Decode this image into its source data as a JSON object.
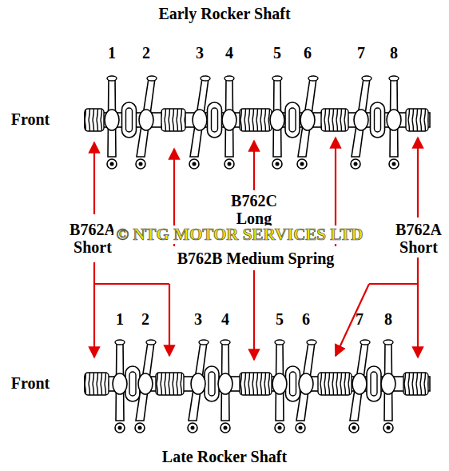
{
  "diagram": {
    "title": "Early Rocker Shaft",
    "caption": "Late Rocker Shaft",
    "labels": [
      "1",
      "2",
      "3",
      "4",
      "5",
      "6",
      "7",
      "8",
      "Front",
      "B762C Long",
      "B762A Short",
      "B762B Medium Spring",
      "B762A Short",
      "© NTG MOTOR SERVICES LTD",
      "1",
      "2",
      "3",
      "4",
      "5",
      "6",
      "7",
      "8",
      "Front"
    ]
  }
}
